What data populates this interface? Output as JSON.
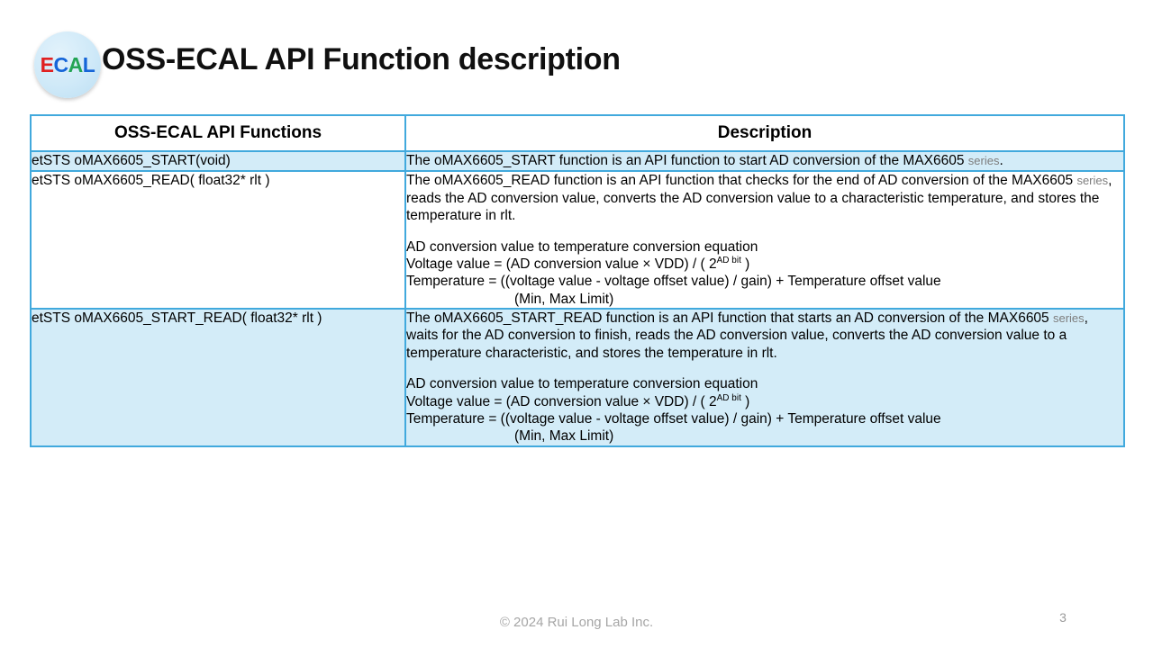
{
  "header": {
    "logo": {
      "name": "ECAL",
      "letters": [
        {
          "char": "E",
          "color": "#e02020"
        },
        {
          "char": "C",
          "color": "#1565d8"
        },
        {
          "char": "A",
          "color": "#23a455"
        },
        {
          "char": "L",
          "color": "#1565d8"
        }
      ]
    },
    "title": "OSS-ECAL API Function description"
  },
  "table": {
    "columns": [
      "OSS-ECAL API Functions",
      "Description"
    ],
    "rows": [
      {
        "function": "etSTS oMAX6605_START(void)",
        "shaded": true,
        "description": {
          "lead_before_series": "The oMAX6605_START function is an API function to start AD conversion of the MAX6605 ",
          "series_word": "series",
          "lead_after_series": ".",
          "has_equation_block": false
        }
      },
      {
        "function": "etSTS oMAX6605_READ( float32* rlt )",
        "shaded": false,
        "description": {
          "lead_before_series": "The oMAX6605_READ function is an API function that checks for the end of AD conversion of the MAX6605 ",
          "series_word": "series",
          "lead_after_series": ", reads the AD conversion value, converts the AD conversion value to a characteristic temperature, and stores the temperature in rlt.",
          "has_equation_block": true,
          "equation_title": "AD conversion value to temperature conversion equation",
          "equation_voltage_prefix": "Voltage value = (AD conversion value × VDD) / ( 2",
          "equation_voltage_superscript": "AD bit",
          "equation_voltage_suffix": " )",
          "equation_temperature": "Temperature = ((voltage value - voltage offset value) / gain) + Temperature offset value",
          "equation_limit": "(Min, Max Limit)"
        }
      },
      {
        "function": "etSTS oMAX6605_START_READ( float32* rlt )",
        "shaded": true,
        "description": {
          "lead_before_series": "The oMAX6605_START_READ function is an API function that starts an AD conversion of the MAX6605 ",
          "series_word": "series",
          "lead_after_series": ", waits for the AD conversion to finish, reads the AD conversion value, converts the AD conversion value to a temperature characteristic, and stores the temperature in rlt.",
          "has_equation_block": true,
          "equation_title": "AD conversion value to temperature conversion equation",
          "equation_voltage_prefix": "Voltage value = (AD conversion value × VDD) / ( 2",
          "equation_voltage_superscript": "AD bit",
          "equation_voltage_suffix": " )",
          "equation_temperature": "Temperature = ((voltage value - voltage offset value) / gain) + Temperature offset value",
          "equation_limit": "(Min, Max Limit)"
        }
      }
    ]
  },
  "footer": {
    "copyright": "© 2024 Rui Long Lab Inc.",
    "page_number": "3"
  },
  "colors": {
    "table_border": "#41a9dd",
    "row_tint": "#d3ecf8",
    "series_text": "#7d7d7d",
    "footer_text": "#a6a6a6"
  }
}
